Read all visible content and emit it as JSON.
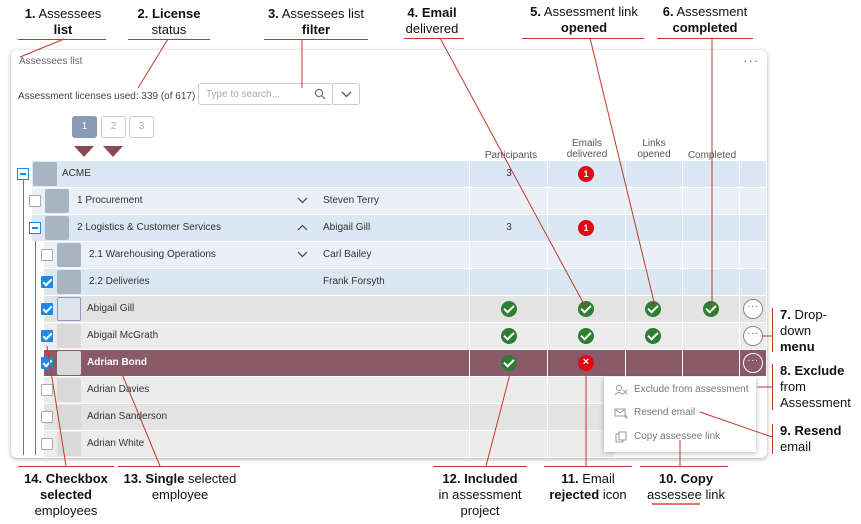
{
  "callouts": {
    "c1": {
      "num": "1.",
      "line1": "Assessees",
      "bold": "list"
    },
    "c2": {
      "num": "2.",
      "bold": "License",
      "line2": "status"
    },
    "c3": {
      "num": "3.",
      "line1": "Assessees list",
      "bold": "filter"
    },
    "c4": {
      "num": "4.",
      "bold": "Email",
      "line2": "delivered"
    },
    "c5": {
      "num": "5.",
      "line1": "Assessment link",
      "bold": "opened"
    },
    "c6": {
      "num": "6.",
      "line1": "Assessment",
      "bold": "completed"
    },
    "c7": {
      "num": "7.",
      "line1": "Drop-",
      "line2": "down",
      "bold": "menu"
    },
    "c8": {
      "num": "8.",
      "bold": "Exclude",
      "line2": "from",
      "line3": "Assessment"
    },
    "c9": {
      "num": "9.",
      "bold": "Resend",
      "line2": "email"
    },
    "c10": {
      "num": "10.",
      "bold": "Copy",
      "line2": "assessee link"
    },
    "c11": {
      "num": "11.",
      "line1": "Email",
      "bold": "rejected",
      "line2": "icon"
    },
    "c12": {
      "num": "12.",
      "bold": "Included",
      "line2": "in assessment",
      "line3": "project"
    },
    "c13": {
      "num": "13.",
      "bold": "Single",
      "line1": "selected",
      "line2": "employee"
    },
    "c14": {
      "num": "14.",
      "bold1": "Checkbox",
      "bold2": "selected",
      "line2": "employees"
    }
  },
  "panel": {
    "title": "Assessees list",
    "menu": "···",
    "license_text": "Assessment licenses used: 339 (of 617)",
    "search_placeholder": "Type to search...",
    "pages": [
      "1",
      "2",
      "3"
    ]
  },
  "columns": {
    "participants": "Participants",
    "emails1": "Emails",
    "emails2": "delivered",
    "links1": "Links",
    "links2": "opened",
    "completed": "Completed"
  },
  "rows": [
    {
      "label": "ACME",
      "participants": "3",
      "emails_badge": "1"
    },
    {
      "label": "1 Procurement",
      "manager": "Steven Terry"
    },
    {
      "label": "2 Logistics & Customer Services",
      "manager": "Abigail Gill",
      "participants": "3",
      "emails_badge": "1"
    },
    {
      "label": "2.1 Warehousing Operations",
      "manager": "Carl Bailey"
    },
    {
      "label": "2.2 Deliveries",
      "manager": "Frank Forsyth"
    },
    {
      "label": "Abigail Gill"
    },
    {
      "label": "Abigail McGrath"
    },
    {
      "label": "Adrian Bond"
    },
    {
      "label": "Adrian Davies"
    },
    {
      "label": "Adrian Sanderson"
    },
    {
      "label": "Adrian White"
    }
  ],
  "row_more": "···",
  "rejected_mark": "×",
  "menu_items": [
    "Exclude from assessment",
    "Resend email",
    "Copy assessee link"
  ],
  "colors": {
    "accent": "#1e88e5",
    "selected_row": "#8b5a69",
    "header_row": "#dbe7f3",
    "ok": "#2e7d32",
    "error": "#e30613",
    "leader": "#c0392b"
  }
}
